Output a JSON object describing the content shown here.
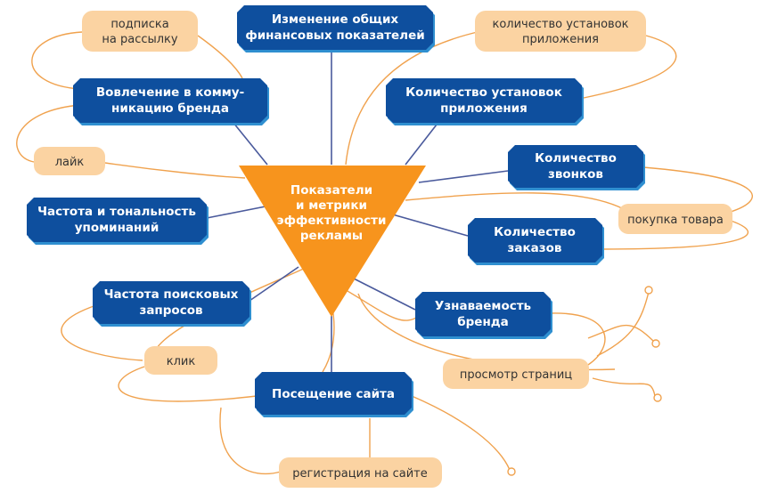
{
  "colors": {
    "blue": "#0E4F9E",
    "blue_shadow": "#2F8FD0",
    "orange": "#F7941D",
    "peach": "#FBD3A2",
    "line_orange": "#F0A24E",
    "line_blue": "#2C4E8C"
  },
  "center": {
    "line1": "Показатели",
    "line2": "и метрики",
    "line3": "эффективности",
    "line4": "рекламы"
  },
  "metrics": {
    "finance": {
      "line1": "Изменение общих",
      "line2": "финансовых показателей"
    },
    "engagement": {
      "line1": "Вовлечение в комму-",
      "line2": "никацию бренда"
    },
    "installs": {
      "line1": "Количество установок",
      "line2": "приложения"
    },
    "calls": {
      "line1": "Количество",
      "line2": "звонков"
    },
    "mentions": {
      "line1": "Частота и тональность",
      "line2": "упоминаний"
    },
    "orders": {
      "line1": "Количество",
      "line2": "заказов"
    },
    "search": {
      "line1": "Частота поисковых",
      "line2": "запросов"
    },
    "awareness": {
      "line1": "Узнаваемость",
      "line2": "бренда"
    },
    "visits": {
      "line1": "Посещение сайта"
    }
  },
  "actions": {
    "subscribe": {
      "line1": "подписка",
      "line2": "на рассылку"
    },
    "installs": {
      "line1": "количество установок",
      "line2": "приложения"
    },
    "like": {
      "line1": "лайк"
    },
    "purchase": {
      "line1": "покупка товара"
    },
    "click": {
      "line1": "клик"
    },
    "pageviews": {
      "line1": "просмотр страниц"
    },
    "register": {
      "line1": "регистрация на сайте"
    }
  }
}
